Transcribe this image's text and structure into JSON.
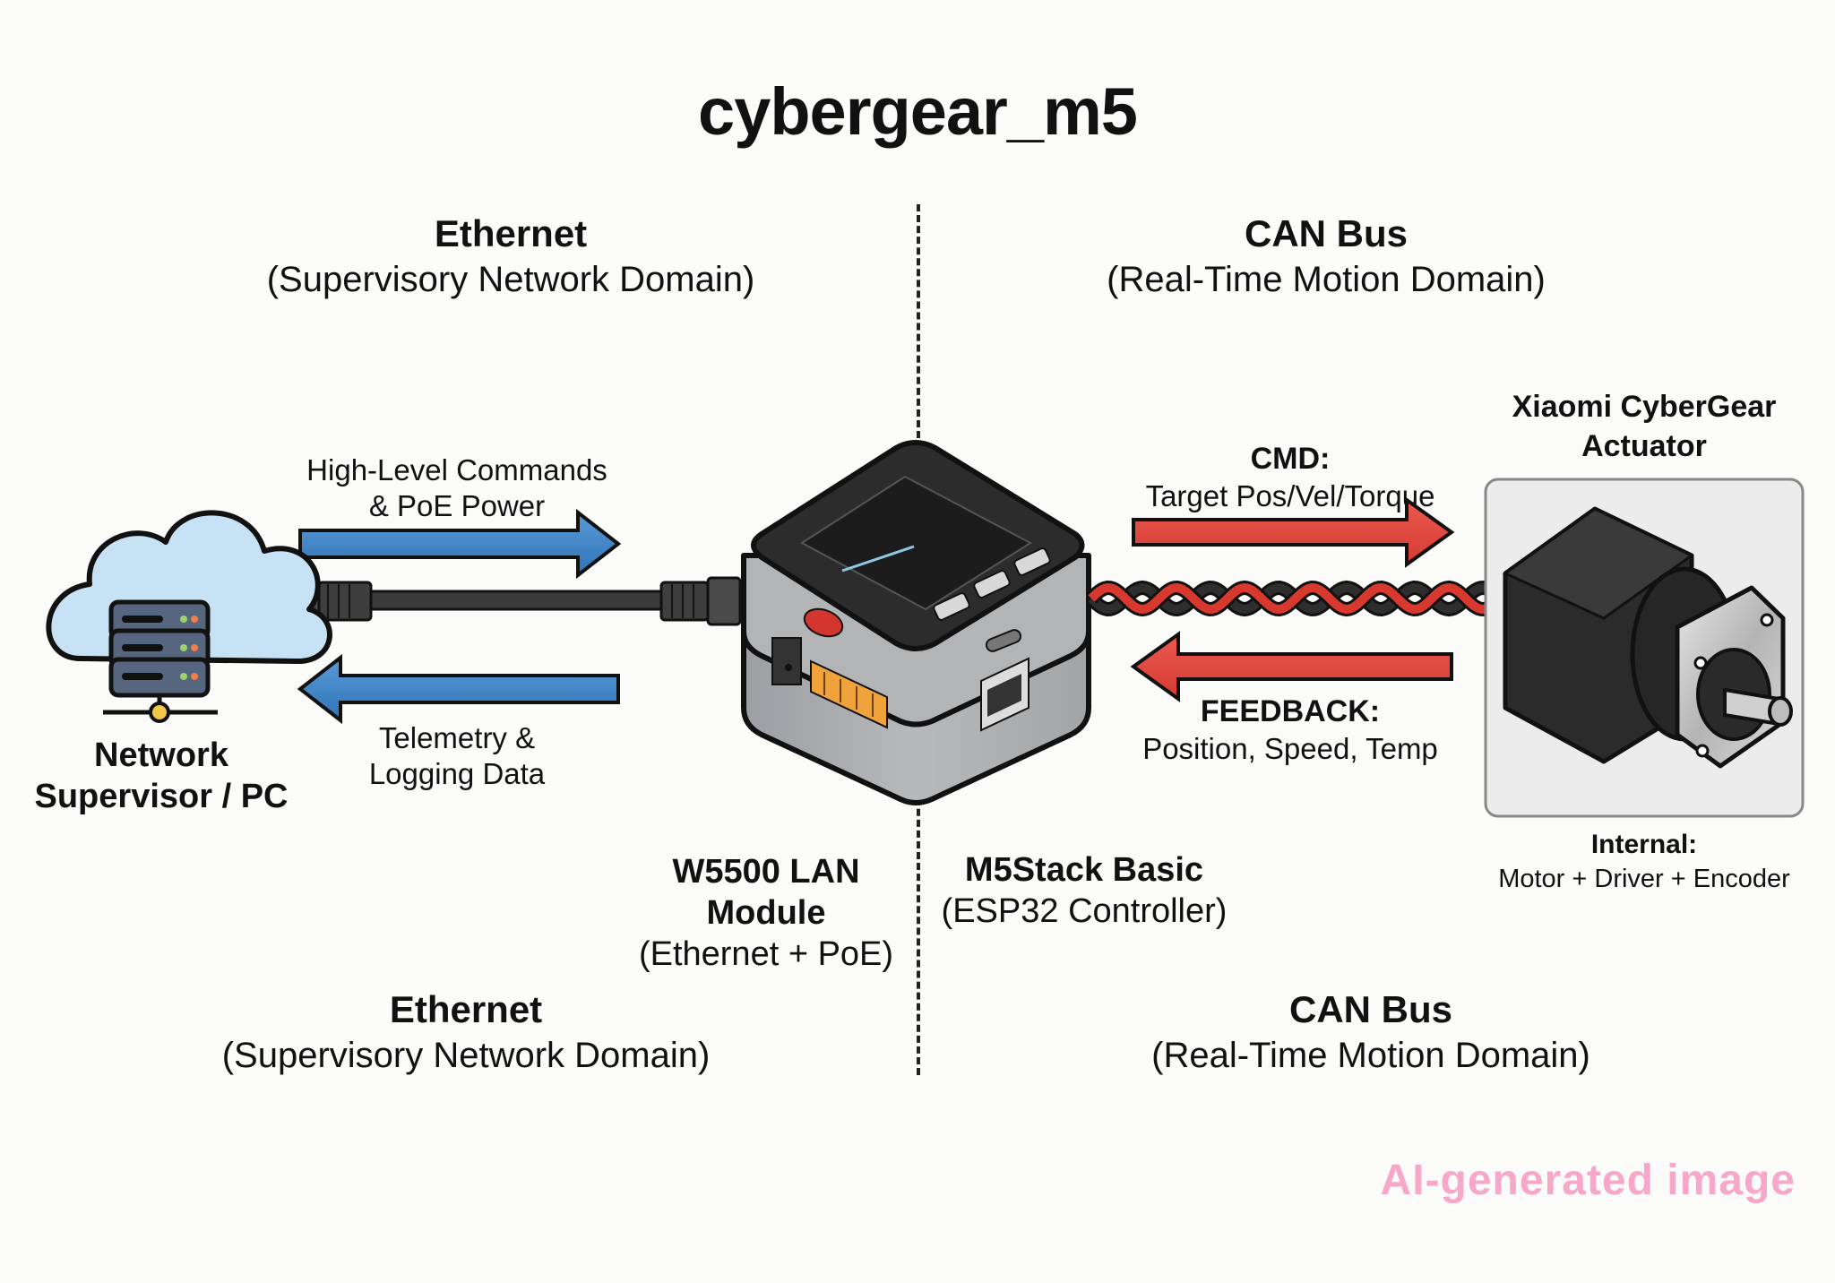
{
  "title": "cybergear_m5",
  "domains": {
    "top_left": {
      "heading": "Ethernet",
      "subtitle": "(Supervisory Network Domain)"
    },
    "top_right": {
      "heading": "CAN Bus",
      "subtitle": "(Real-Time Motion Domain)"
    },
    "bottom_left": {
      "heading": "Ethernet",
      "subtitle": "(Supervisory Network Domain)"
    },
    "bottom_right": {
      "heading": "CAN Bus",
      "subtitle": "(Real-Time Motion Domain)"
    }
  },
  "nodes": {
    "supervisor": {
      "line1": "Network",
      "line2": "Supervisor / PC",
      "icon": "cloud-server-icon"
    },
    "lan_module": {
      "line1": "W5500 LAN",
      "line2": "Module",
      "line3": "(Ethernet + PoE)"
    },
    "controller": {
      "line1": "M5Stack Basic",
      "line2": "(ESP32 Controller)",
      "icon": "m5stack-device-icon"
    },
    "actuator": {
      "line1": "Xiaomi CyberGear",
      "line2": "Actuator",
      "internal_label": "Internal:",
      "internal_value": "Motor + Driver + Encoder",
      "icon": "servo-motor-icon"
    }
  },
  "flows": {
    "ethernet_down": {
      "line1": "High-Level Commands",
      "line2": "& PoE Power",
      "direction": "right",
      "color": "#3b82c8"
    },
    "ethernet_up": {
      "line1": "Telemetry &",
      "line2": "Logging Data",
      "direction": "left",
      "color": "#3b82c8"
    },
    "can_cmd": {
      "heading": "CMD:",
      "text": "Target Pos/Vel/Torque",
      "direction": "right",
      "color": "#e0403a"
    },
    "can_feedback": {
      "heading": "FEEDBACK:",
      "text": "Position, Speed, Temp",
      "direction": "left",
      "color": "#e0403a"
    }
  },
  "links": {
    "ethernet_cable": "rj45-cable",
    "can_cable": "twisted-pair-cable"
  },
  "watermark": "AI-generated image",
  "colors": {
    "ethernet_arrow": "#3b82c8",
    "can_arrow": "#e0403a",
    "cloud": "#c6e2f4",
    "device_body": "#a8a9ab",
    "watermark": "#f7a8c8"
  }
}
